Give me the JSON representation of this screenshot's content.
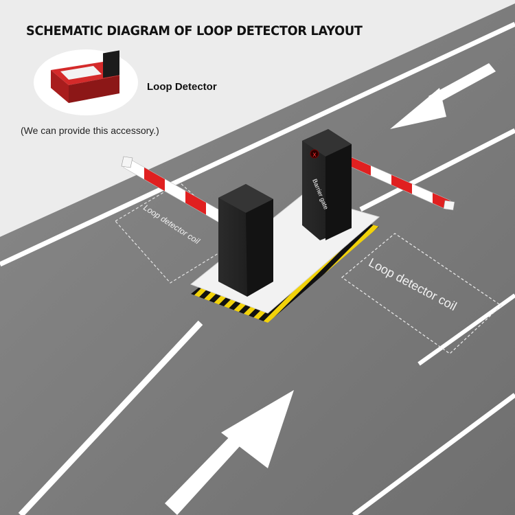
{
  "title": "SCHEMATIC DIAGRAM OF LOOP DETECTOR LAYOUT",
  "detector": {
    "label": "Loop Detector",
    "note": "(We can provide this accessory.)"
  },
  "coils": {
    "left_label": "Loop detector coil",
    "right_label": "Loop detector coil"
  },
  "gate": {
    "brand_text": "Barrier gate",
    "status_icon": "x-icon"
  },
  "icons": [
    "up-arrow-icon",
    "down-arrow-icon",
    "loop-detector-device-icon",
    "barrier-gate-icon"
  ],
  "colors": {
    "background": "#ececec",
    "road": "#7a7a7a",
    "lane_marking": "#ffffff",
    "boom_red": "#e02020",
    "gate_body": "#1e1e1e",
    "hazard_yellow": "#f2d20a",
    "detector_red": "#c92424"
  }
}
